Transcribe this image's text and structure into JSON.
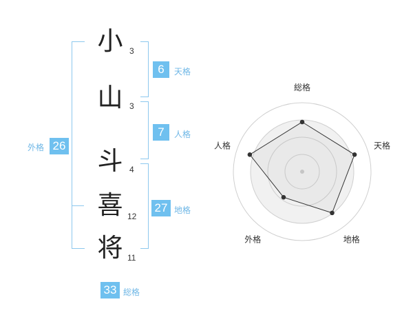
{
  "name": {
    "chars": [
      {
        "char": "小",
        "strokes": "3"
      },
      {
        "char": "山",
        "strokes": "3"
      },
      {
        "char": "斗",
        "strokes": "4"
      },
      {
        "char": "喜",
        "strokes": "12"
      },
      {
        "char": "将",
        "strokes": "11"
      }
    ]
  },
  "kaku": {
    "tenkaku": {
      "value": "6",
      "label": "天格"
    },
    "jinkaku": {
      "value": "7",
      "label": "人格"
    },
    "chikaku": {
      "value": "27",
      "label": "地格"
    },
    "gaikaku": {
      "value": "26",
      "label": "外格"
    },
    "soukaku": {
      "value": "33",
      "label": "総格"
    }
  },
  "colors": {
    "accent": "#6fc0ef",
    "bracket": "#8cc8ee",
    "label": "#6fb7e6"
  },
  "chart_data": {
    "type": "radar",
    "axes": [
      "総格",
      "天格",
      "地格",
      "外格",
      "人格"
    ],
    "values": [
      0.72,
      0.8,
      0.74,
      0.46,
      0.8
    ],
    "rings": 4
  }
}
